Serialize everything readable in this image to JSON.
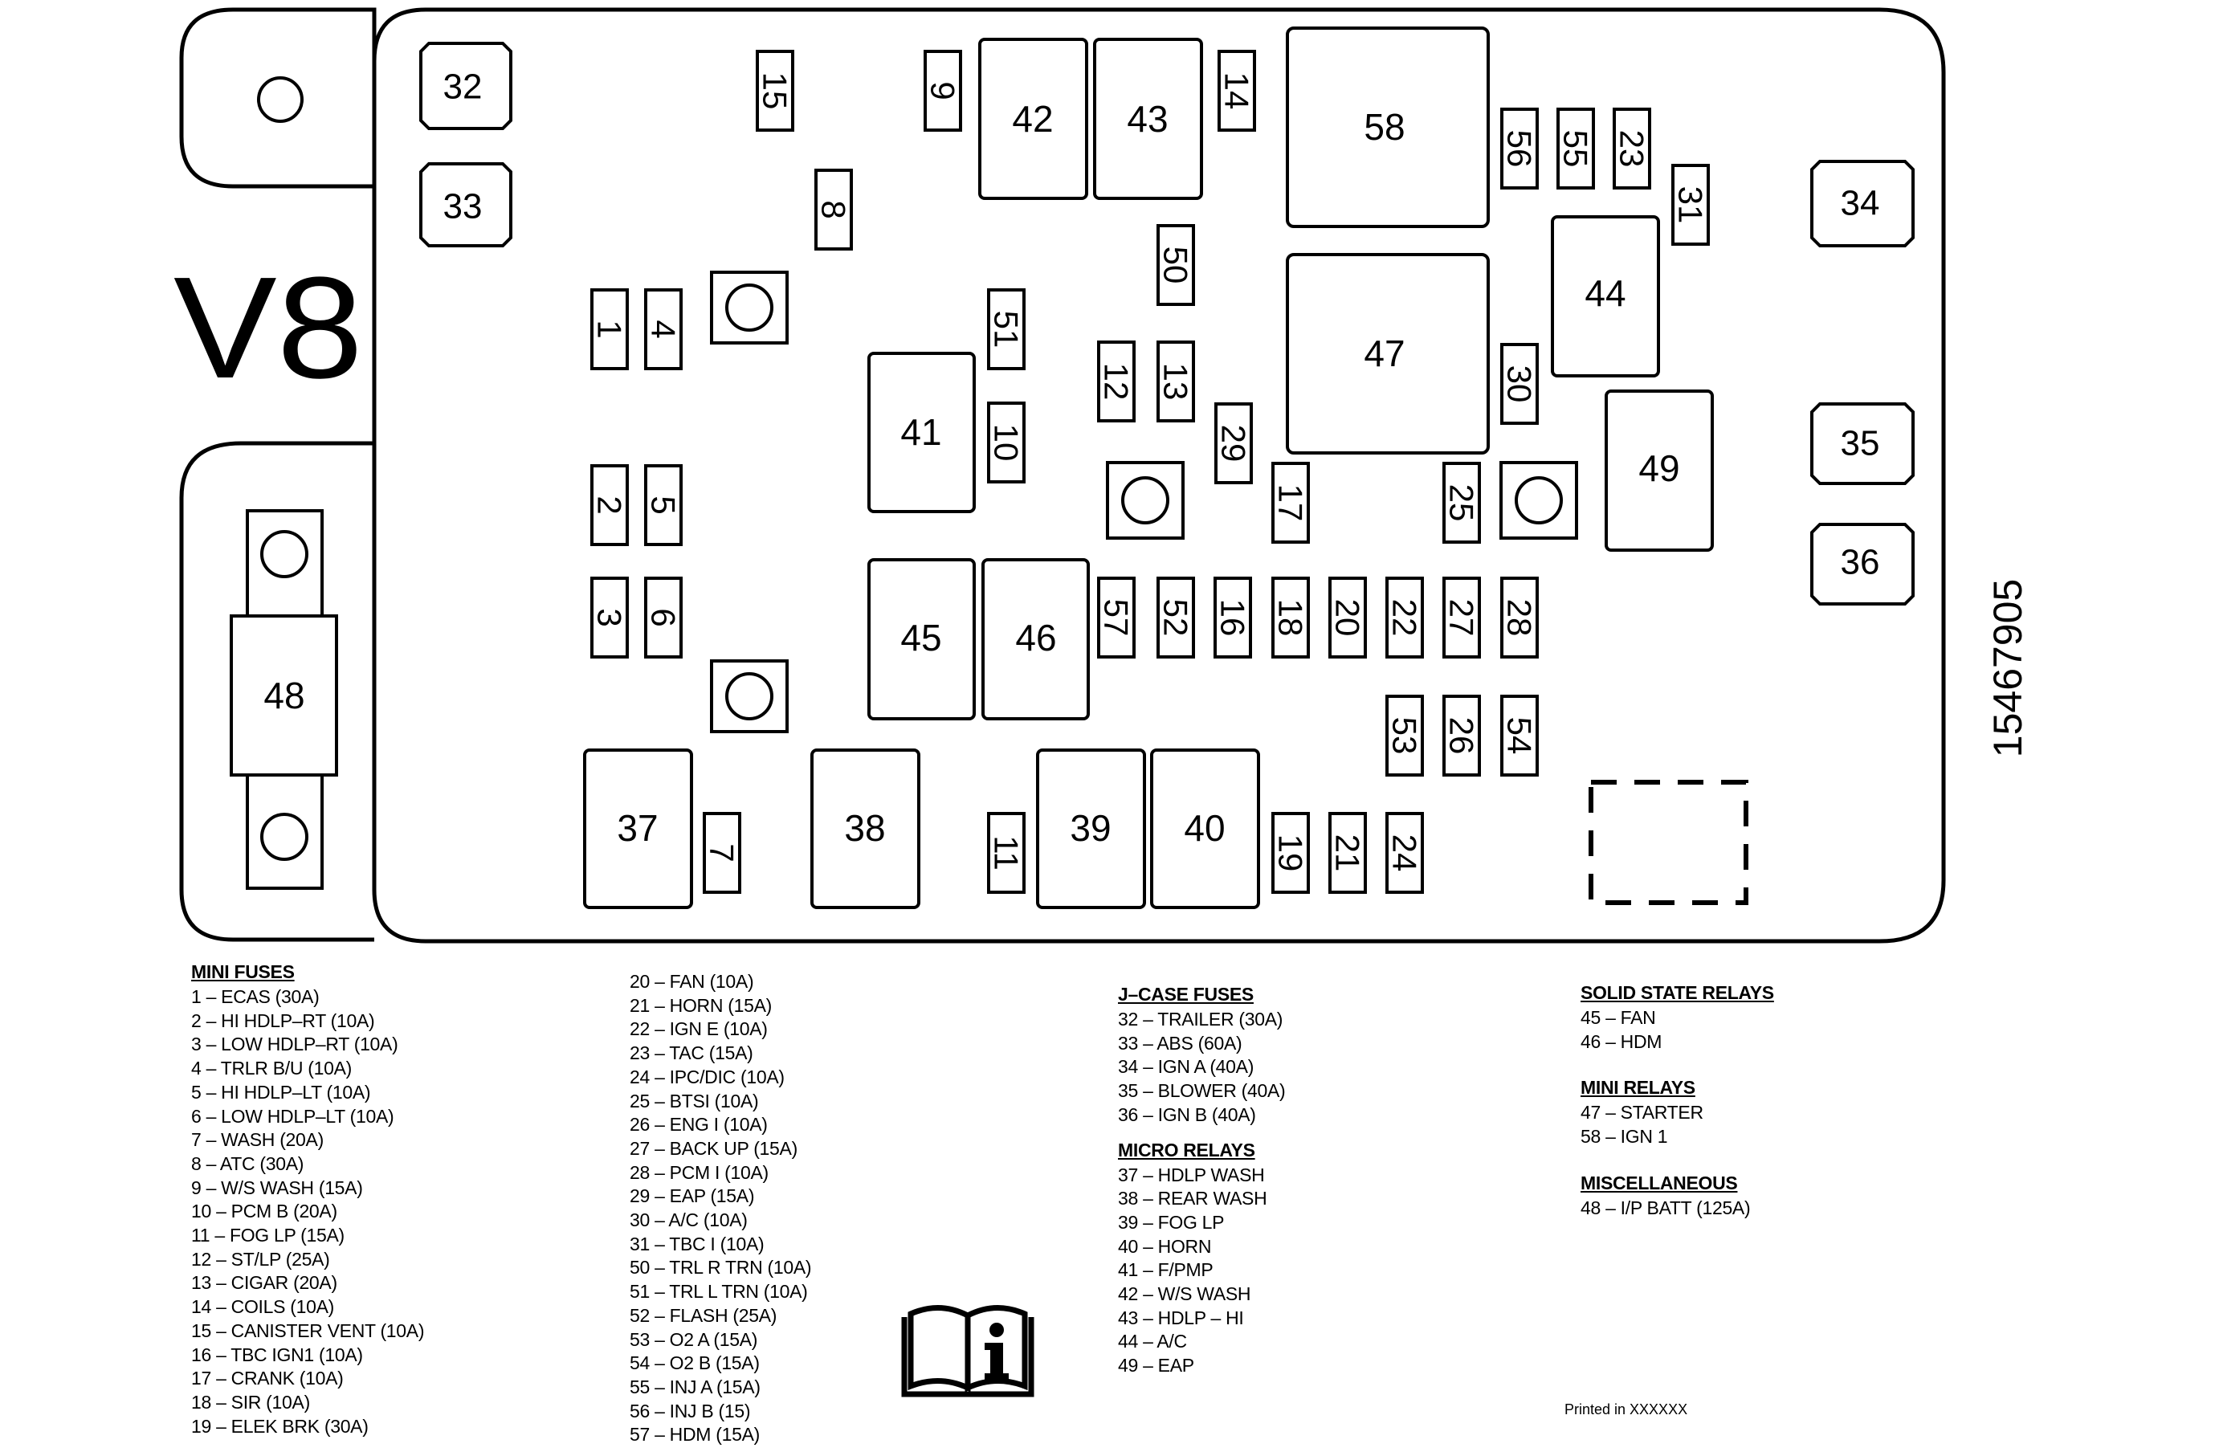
{
  "engine_label": "V8",
  "part_number": "15467905",
  "printed_note": "Printed in XXXXXX",
  "components": {
    "c32": "32",
    "c33": "33",
    "c34": "34",
    "c35": "35",
    "c36": "36",
    "c37": "37",
    "c38": "38",
    "c39": "39",
    "c40": "40",
    "c41": "41",
    "c42": "42",
    "c43": "43",
    "c44": "44",
    "c45": "45",
    "c46": "46",
    "c47": "47",
    "c48": "48",
    "c49": "49",
    "c58": "58",
    "f1": "1",
    "f2": "2",
    "f3": "3",
    "f4": "4",
    "f5": "5",
    "f6": "6",
    "f7": "7",
    "f8": "8",
    "f9": "9",
    "f10": "10",
    "f11": "11",
    "f12": "12",
    "f13": "13",
    "f14": "14",
    "f15": "15",
    "f16": "16",
    "f17": "17",
    "f18": "18",
    "f19": "19",
    "f20": "20",
    "f21": "21",
    "f22": "22",
    "f23": "23",
    "f24": "24",
    "f25": "25",
    "f26": "26",
    "f27": "27",
    "f28": "28",
    "f29": "29",
    "f30": "30",
    "f31": "31",
    "f50": "50",
    "f51": "51",
    "f52": "52",
    "f53": "53",
    "f54": "54",
    "f55": "55",
    "f56": "56",
    "f57": "57"
  },
  "legend": {
    "mini_fuses_title": "MINI FUSES",
    "mini_fuses_col1": [
      "1 – ECAS (30A)",
      "2 – HI HDLP–RT (10A)",
      "3 – LOW HDLP–RT (10A)",
      "4 – TRLR B/U (10A)",
      "5 – HI HDLP–LT (10A)",
      "6 – LOW HDLP–LT (10A)",
      "7 – WASH (20A)",
      "8 – ATC (30A)",
      "9 – W/S WASH (15A)",
      "10 – PCM B (20A)",
      "11 – FOG LP (15A)",
      "12 – ST/LP (25A)",
      "13 – CIGAR (20A)",
      "14 – COILS (10A)",
      "15 – CANISTER VENT (10A)",
      "16 – TBC IGN1 (10A)",
      "17 – CRANK (10A)",
      "18 – SIR (10A)",
      "19 – ELEK BRK (30A)"
    ],
    "mini_fuses_col2": [
      "20 – FAN (10A)",
      "21 – HORN (15A)",
      "22 – IGN E (10A)",
      "23 – TAC (15A)",
      "24 – IPC/DIC (10A)",
      "25 – BTSI (10A)",
      "26 – ENG I (10A)",
      "27 – BACK UP (15A)",
      "28 – PCM I (10A)",
      "29 – EAP (15A)",
      "30 – A/C (10A)",
      "31 – TBC I (10A)",
      "50 – TRL R TRN (10A)",
      "51 – TRL L TRN (10A)",
      "52 – FLASH (25A)",
      "53 – O2 A (15A)",
      "54 – O2 B (15A)",
      "55 – INJ A (15A)",
      "56 – INJ B (15)",
      "57 – HDM (15A)"
    ],
    "jcase_title": "J–CASE FUSES",
    "jcase": [
      "32 – TRAILER (30A)",
      "33 – ABS (60A)",
      "34 – IGN A (40A)",
      "35 – BLOWER (40A)",
      "36 – IGN B (40A)"
    ],
    "micro_title": "MICRO RELAYS",
    "micro": [
      "37 – HDLP WASH",
      "38 – REAR WASH",
      "39 – FOG LP",
      "40 – HORN",
      "41 – F/PMP",
      "42 – W/S WASH",
      "43 – HDLP – HI",
      "44 – A/C",
      "49 – EAP"
    ],
    "solid_title": "SOLID STATE RELAYS",
    "solid": [
      "45 – FAN",
      "46 – HDM"
    ],
    "minirelay_title": "MINI RELAYS",
    "minirelay": [
      "47 – STARTER",
      "58 – IGN 1"
    ],
    "misc_title": "MISCELLANEOUS",
    "misc": [
      "48 – I/P BATT (125A)"
    ]
  }
}
